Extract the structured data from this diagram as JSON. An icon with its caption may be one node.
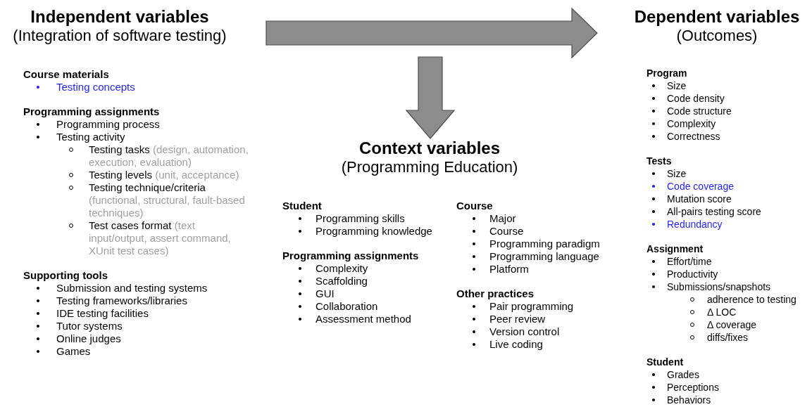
{
  "diagram": {
    "nodes": [
      {
        "text": [
          "Independent variables",
          "(Integration of software testing)",
          "Course materials",
          "Testing concepts",
          "Programming assignments",
          "Programming process",
          "Testing activity",
          "Testing tasks",
          "(design, automation, execution, evaluation)",
          "Testing levels",
          "(unit, acceptance)",
          "Testing technique/criteria",
          "(functional, structural, fault-based techniques)",
          "Test cases format",
          "(text input/output, assert command, XUnit test cases)",
          "Supporting tools",
          "Submission and testing systems",
          "Testing frameworks/libraries",
          "IDE testing facilities",
          "Tutor systems",
          "Online judges",
          "Games"
        ]
      },
      {
        "text": [
          "Context variables",
          "(Programming Education)",
          "Student",
          "Programming skills",
          "Programming knowledge",
          "Programming assignments",
          "Complexity",
          "Scaffolding",
          "GUI",
          "Collaboration",
          "Assessment method",
          "Course",
          "Major",
          "Course",
          "Programming paradigm",
          "Programming language",
          "Platform",
          "Other practices",
          "Pair programming",
          "Peer review",
          "Version control",
          "Live coding"
        ]
      },
      {
        "text": [
          "Dependent variables",
          "(Outcomes)",
          "Program",
          "Size",
          "Code density",
          "Code structure",
          "Complexity",
          "Correctness",
          "Tests",
          "Size",
          "Code coverage",
          "Mutation score",
          "All-pairs testing score",
          "Redundancy",
          "Assignment",
          "Effort/time",
          "Productivity",
          "Submissions/snapshots",
          "adherence to testing",
          "Δ LOC",
          "Δ coverage",
          "diffs/fixes",
          "Student",
          "Grades",
          "Perceptions",
          "Behaviors"
        ]
      }
    ],
    "edges": [
      {
        "from": 0,
        "to": 2,
        "arrow": "to"
      },
      {
        "from": null,
        "to": 1,
        "arrow": "to"
      }
    ]
  }
}
